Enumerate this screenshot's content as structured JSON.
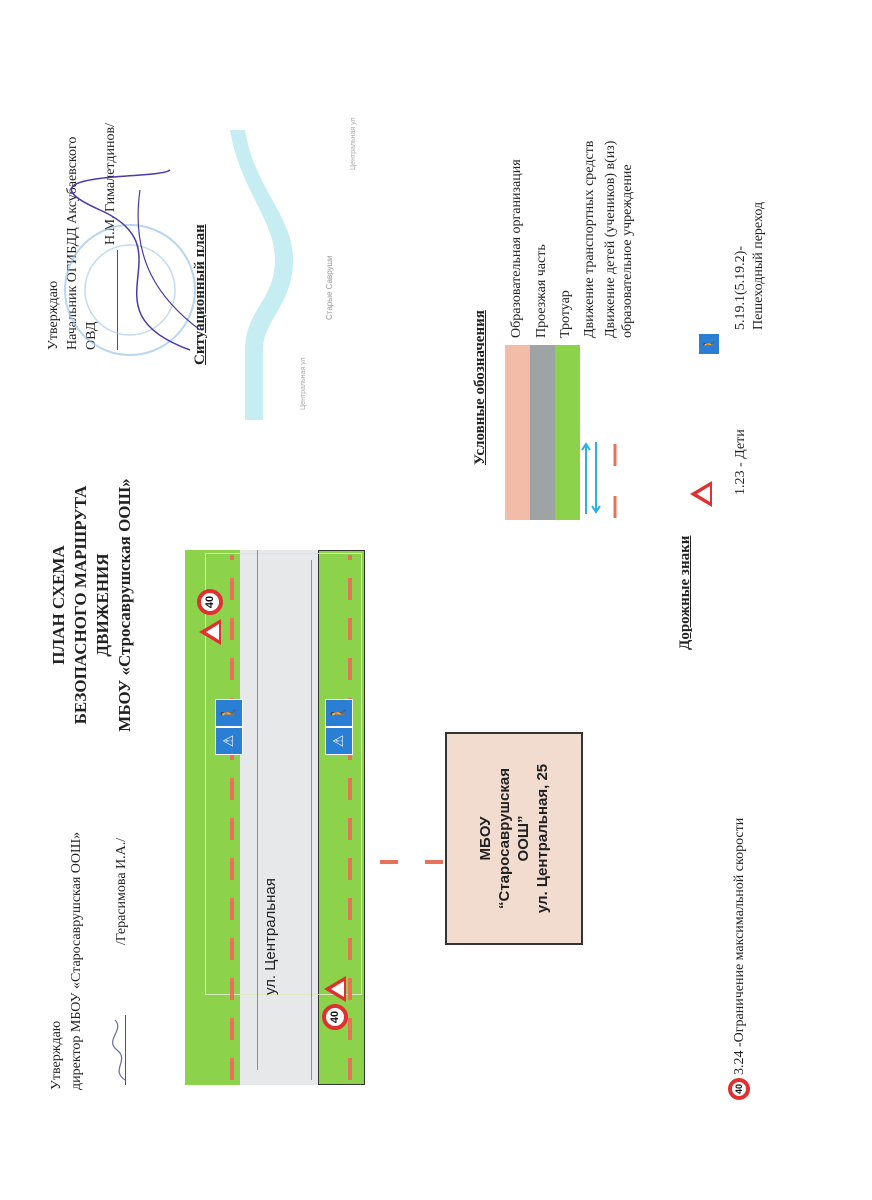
{
  "approve_left": {
    "line1": "Утверждаю",
    "line2": "директор МБОУ «Старосаврушская ООШ»",
    "signer": "/Герасимова И.А./"
  },
  "title": {
    "line1": "ПЛАН СХЕМА",
    "line2": "БЕЗОПАСНОГО МАРШРУТА",
    "line3": "ДВИЖЕНИЯ",
    "line4": "МБОУ «Стросаврушская ООШ»"
  },
  "approve_right": {
    "line1": "Утверждаю",
    "line2": "Начальник ОГИБДД Аксубаевского",
    "line3": "ОВД",
    "signer": "Н.М. Гималетдинов/"
  },
  "situational_plan": {
    "heading": "Ситуационный план",
    "village": "Старые Савруши",
    "street1": "Центральная ул",
    "street2": "Центральная ул"
  },
  "road": {
    "street_label": "ул. Центральная",
    "speed_value": "40"
  },
  "school": {
    "line1": "МБОУ",
    "line2": "“Старосаврушская",
    "line3": "ООШ”",
    "line4": "ул. Центральная, 25"
  },
  "legend": {
    "heading": "Условные обозначения",
    "items": [
      "Образовательная организация",
      "Проезжая часть",
      "Тротуар",
      "Движение транспортных средств",
      "Движение детей (учеников) в(из)",
      "образовательное учреждение"
    ]
  },
  "signs": {
    "heading": "Дорожные знаки",
    "speed": "3.24 -Ограничение максимальной скорости",
    "children": "1.23 - Дети",
    "crossing1": "5.19.1(5.19.2)-",
    "crossing2": "Пешеходный переход"
  },
  "colors": {
    "school": "#f2cdbd",
    "road": "#9ea4a4",
    "sidewalk": "#8cd24a",
    "route": "#e8715a",
    "traffic": "#2ab0e8"
  }
}
